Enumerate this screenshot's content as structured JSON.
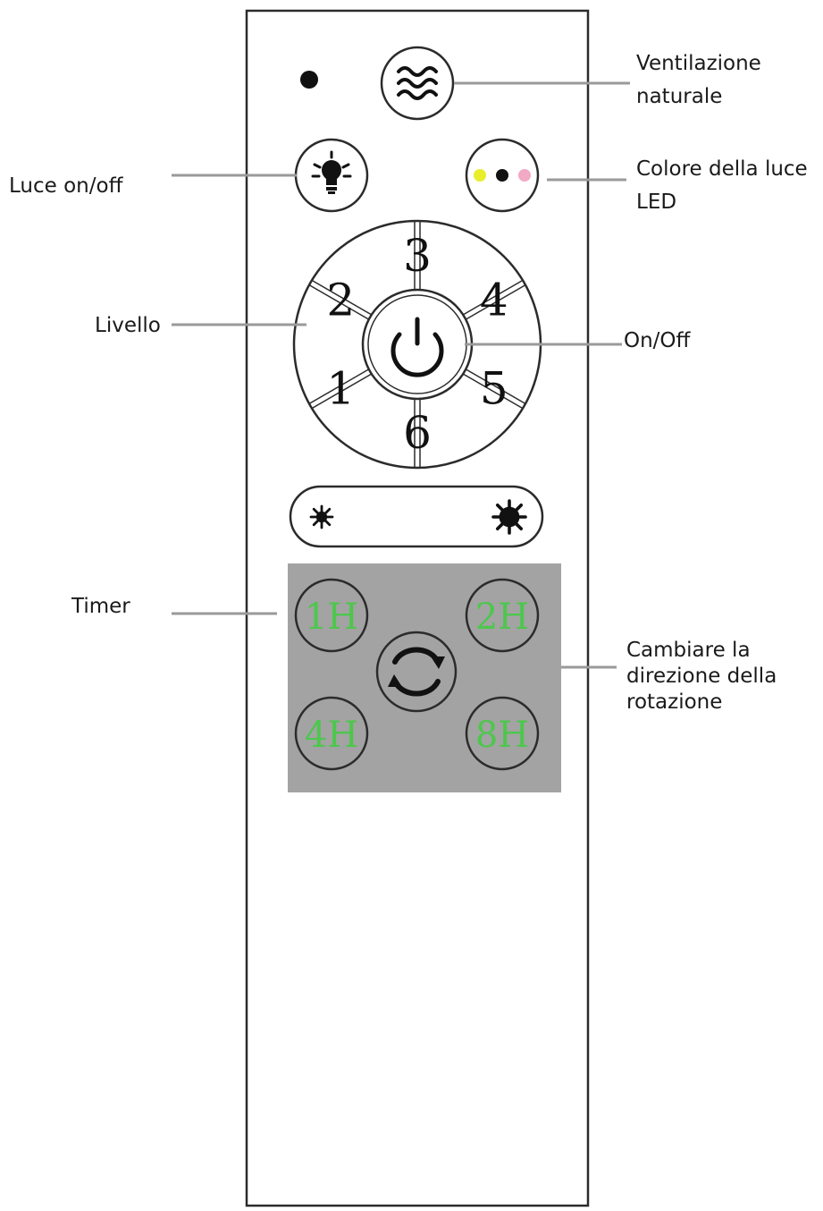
{
  "labels": {
    "natural_ventilation": [
      "Ventilazione",
      "naturale"
    ],
    "light_onoff": "Luce on/off",
    "led_color": [
      "Colore della luce",
      "LED"
    ],
    "level": "Livello",
    "onoff": "On/Off",
    "timer": "Timer",
    "rotation_direction": [
      "Cambiare la",
      "direzione della",
      "rotazione"
    ]
  },
  "speed_levels": [
    "1",
    "2",
    "3",
    "4",
    "5",
    "6"
  ],
  "timer_buttons": [
    "1H",
    "2H",
    "4H",
    "8H"
  ],
  "led_colors": [
    "#e8ee2a",
    "#111111",
    "#f2a9c4"
  ],
  "colors": {
    "timer_text": "#4cc74c",
    "timer_panel": "#a3a3a3",
    "leader_line": "#9a9a9a",
    "outline": "#2b2b2b"
  },
  "icons": {
    "ventilation": "wave-icon",
    "light": "bulb-icon",
    "led_color": "color-dots-icon",
    "power": "power-icon",
    "dim": "dim-sun-icon",
    "bright": "bright-sun-icon",
    "rotation": "rotate-icon"
  }
}
